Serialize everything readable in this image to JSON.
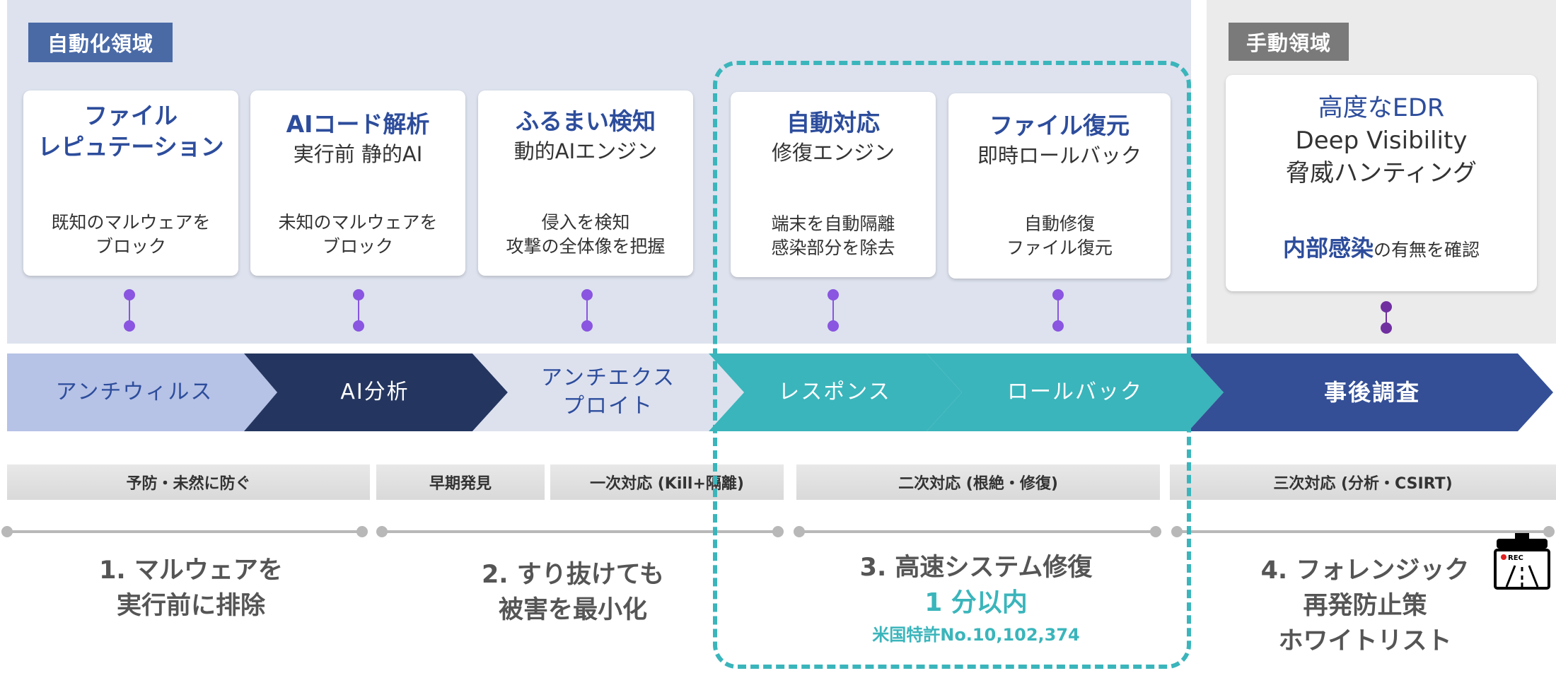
{
  "zones": {
    "auto_label": "自動化領域",
    "manual_label": "手動領域"
  },
  "cards": [
    {
      "title": "ファイル",
      "title2": "レピュテーション",
      "desc1": "既知のマルウェアを",
      "desc2": "ブロック"
    },
    {
      "title": "AIコード解析",
      "subtitle": "実行前 静的AI",
      "desc1": "未知のマルウェアを",
      "desc2": "ブロック"
    },
    {
      "title": "ふるまい検知",
      "subtitle": "動的AIエンジン",
      "desc1": "侵入を検知",
      "desc2": "攻撃の全体像を把握"
    },
    {
      "title": "自動対応",
      "subtitle": "修復エンジン",
      "desc1": "端末を自動隔離",
      "desc2": "感染部分を除去"
    },
    {
      "title": "ファイル復元",
      "subtitle": "即時ロールバック",
      "desc1": "自動修復",
      "desc2": "ファイル復元"
    },
    {
      "title": "高度なEDR",
      "line2": "Deep Visibility",
      "line3": "脅威ハンティング",
      "desc_strong": "内部感染",
      "desc_rest": "の有無を確認"
    }
  ],
  "stages": [
    {
      "label": "アンチウィルス"
    },
    {
      "label": "AI分析"
    },
    {
      "label": "アンチエクス",
      "label2": "プロイト"
    },
    {
      "label": "レスポンス"
    },
    {
      "label": "ロールバック"
    },
    {
      "label": "事後調査"
    }
  ],
  "bars": [
    "予防・未然に防ぐ",
    "早期発見",
    "一次対応 (Kill+隔離)",
    "二次対応 (根絶・修復)",
    "三次対応 (分析・CSIRT)"
  ],
  "phases": [
    {
      "line1": "1. マルウェアを",
      "line2": "実行前に排除"
    },
    {
      "line1": "2. すり抜けても",
      "line2": "被害を最小化"
    },
    {
      "line1": "3. 高速システム修復",
      "line2": "1 分以内",
      "line3": "米国特許No.10,102,374"
    },
    {
      "line1": "4. フォレンジック",
      "line2": "再発防止策",
      "line3": "ホワイトリスト"
    }
  ],
  "icons": {
    "recorder": "dashcam-rec-icon",
    "rec_text": "REC"
  },
  "colors": {
    "auto_bg": "#dde2ee",
    "manual_bg": "#ebebeb",
    "navy": "#243660",
    "light_blue": "#b6c2e6",
    "light_gray": "#dde1ee",
    "teal": "#3ab5bb",
    "mid_blue": "#344f96",
    "purple": "#8a55e0",
    "title_blue": "#2d4d9c"
  }
}
